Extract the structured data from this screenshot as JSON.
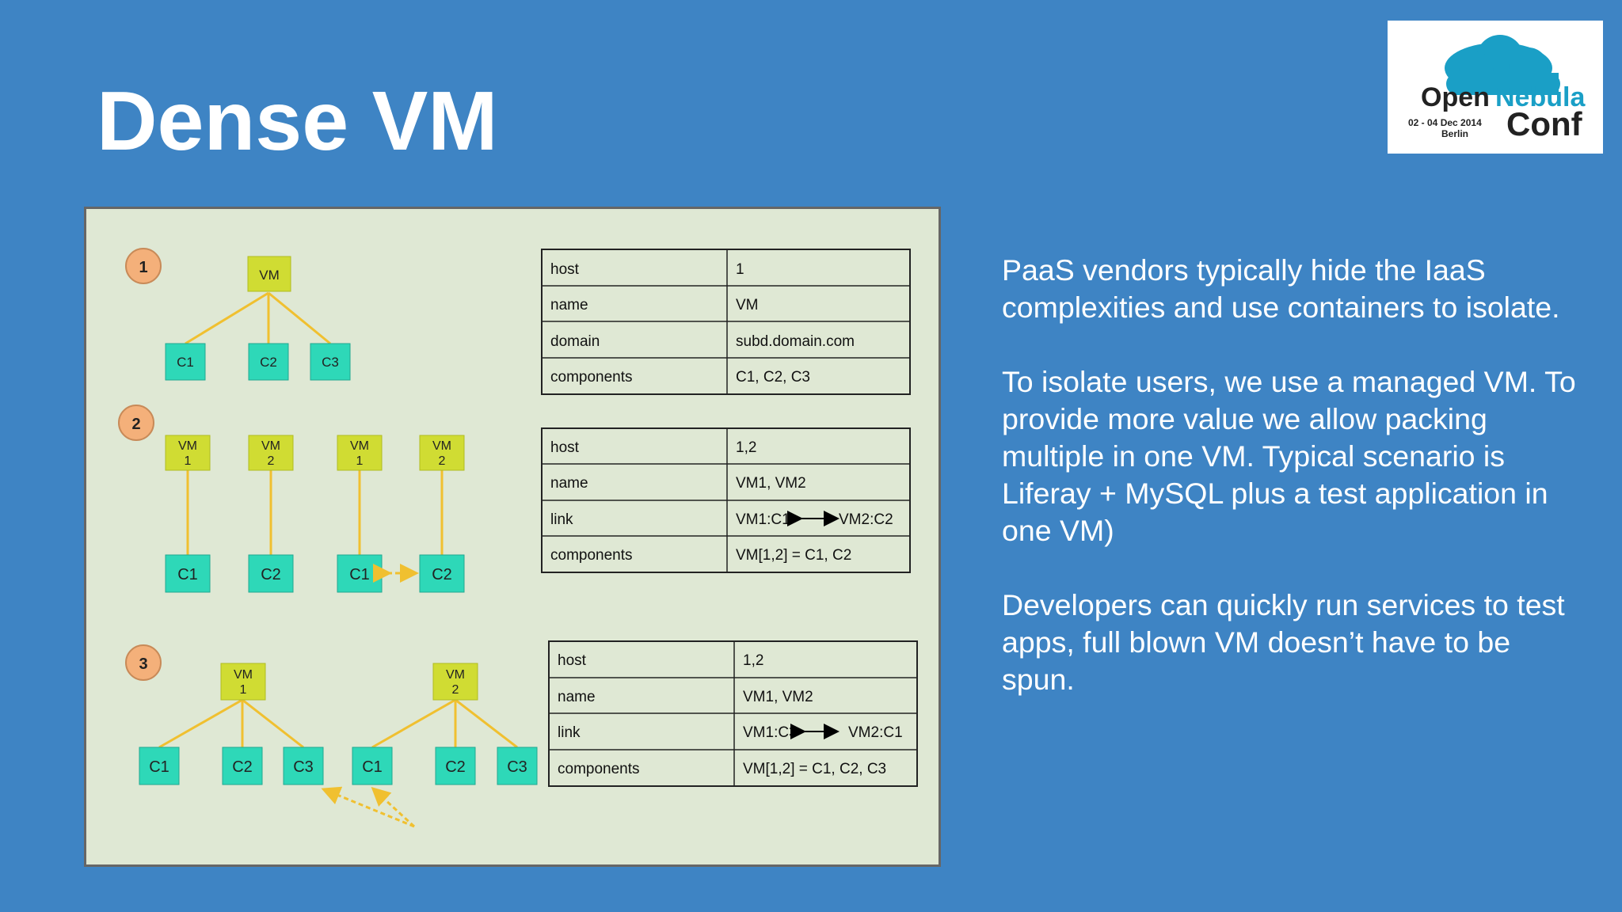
{
  "slide": {
    "title": "Dense VM",
    "paragraphs": [
      "PaaS vendors typically hide the IaaS complexities and use containers to isolate.",
      "To isolate users, we use a managed VM. To provide more value we allow packing multiple in one VM. Typical scenario is Liferay + MySQL plus a test application in one VM)",
      "Developers can quickly run services to test apps, full blown VM doesn’t have to be spun."
    ]
  },
  "logo": {
    "word_open": "Open",
    "word_nebula": "Nebula",
    "word_conf": "Conf",
    "dates": "02 - 04 Dec 2014",
    "city": "Berlin"
  },
  "diagram": {
    "colors": {
      "vm_fill": "#d0dc33",
      "container_fill": "#2ed8b8",
      "badge_fill": "#f4b07a",
      "connector": "#f0c030",
      "panel_bg": "#dfe8d4"
    },
    "scenarios": [
      {
        "badge": "1",
        "vms": [
          {
            "label_1": "VM",
            "label_2": ""
          }
        ],
        "containers": [
          "C1",
          "C2",
          "C3"
        ],
        "table": [
          {
            "key": "host",
            "value": "1"
          },
          {
            "key": "name",
            "value": "VM"
          },
          {
            "key": "domain",
            "value": "subd.domain.com"
          },
          {
            "key": "components",
            "value": "C1, C2, C3"
          }
        ]
      },
      {
        "badge": "2",
        "vms": [
          {
            "label_1": "VM",
            "label_2": "1"
          },
          {
            "label_1": "VM",
            "label_2": "2"
          },
          {
            "label_1": "VM",
            "label_2": "1"
          },
          {
            "label_1": "VM",
            "label_2": "2"
          }
        ],
        "containers": [
          "C1",
          "C2",
          "C1",
          "C2"
        ],
        "table": [
          {
            "key": "host",
            "value": "1,2"
          },
          {
            "key": "name",
            "value": "VM1, VM2"
          },
          {
            "key": "link",
            "value_a": "VM1:C1",
            "value_b": "VM2:C2"
          },
          {
            "key": "components",
            "value": "VM[1,2] = C1, C2"
          }
        ]
      },
      {
        "badge": "3",
        "vms": [
          {
            "label_1": "VM",
            "label_2": "1"
          },
          {
            "label_1": "VM",
            "label_2": "2"
          }
        ],
        "containers": [
          "C1",
          "C2",
          "C3",
          "C1",
          "C2",
          "C3"
        ],
        "table": [
          {
            "key": "host",
            "value": "1,2"
          },
          {
            "key": "name",
            "value": "VM1, VM2"
          },
          {
            "key": "link",
            "value_a": "VM1:C3",
            "value_b": "VM2:C1"
          },
          {
            "key": "components",
            "value": "VM[1,2] = C1, C2, C3"
          }
        ]
      }
    ]
  }
}
